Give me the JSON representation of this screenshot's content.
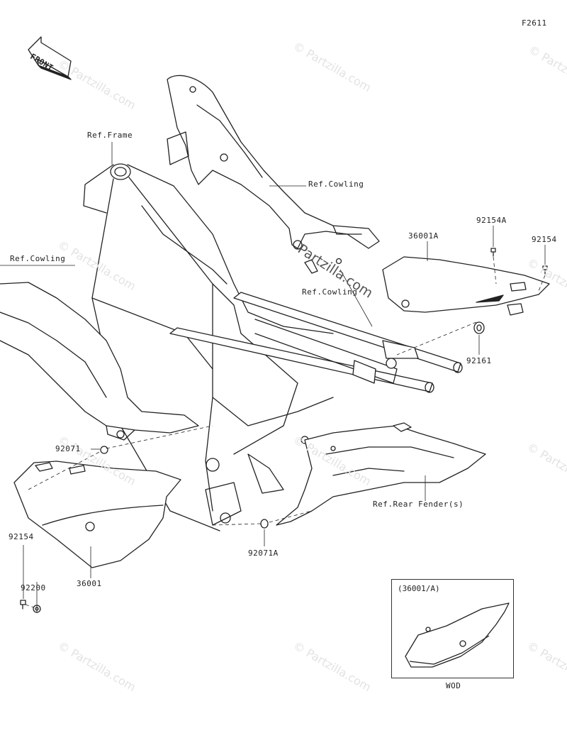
{
  "figure_code": "F2611",
  "front_arrow": "FRONT",
  "watermark": "© Partzilla.com",
  "watermark_main": "Partzilla.com",
  "labels": {
    "ref_frame": "Ref.Frame",
    "ref_cowling_top": "Ref.Cowling",
    "ref_cowling_left": "Ref.Cowling",
    "ref_cowling_mid": "Ref.Cowling",
    "ref_rear_fender": "Ref.Rear Fender(s)",
    "p36001A": "36001A",
    "p92154A": "92154A",
    "p92154_right": "92154",
    "p92161": "92161",
    "p92071": "92071",
    "p92071A": "92071A",
    "p92154_left": "92154",
    "p92200": "92200",
    "p36001": "36001"
  },
  "inset": {
    "title": "(36001/A)",
    "caption": "WOD"
  }
}
